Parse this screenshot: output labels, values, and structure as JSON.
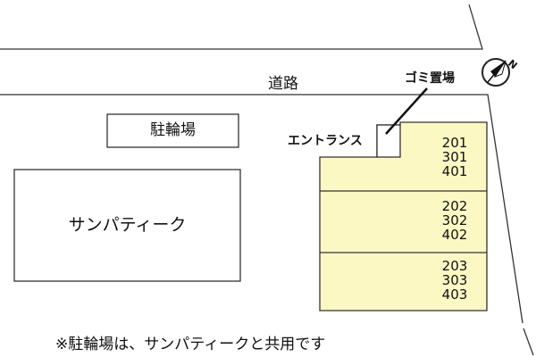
{
  "labels": {
    "road": "道路",
    "bicycle_parking": "駐輪場",
    "neighbor_building": "サンパティーク",
    "garbage_area": "ゴミ置場",
    "entrance": "エントランス",
    "compass": "N"
  },
  "units": [
    [
      "201",
      "301",
      "401"
    ],
    [
      "202",
      "302",
      "402"
    ],
    [
      "203",
      "303",
      "403"
    ]
  ],
  "note": "※駐輪場は、サンパティークと共用です",
  "colors": {
    "building_fill": "#fbf8c4",
    "line": "#333333",
    "background": "#ffffff"
  }
}
